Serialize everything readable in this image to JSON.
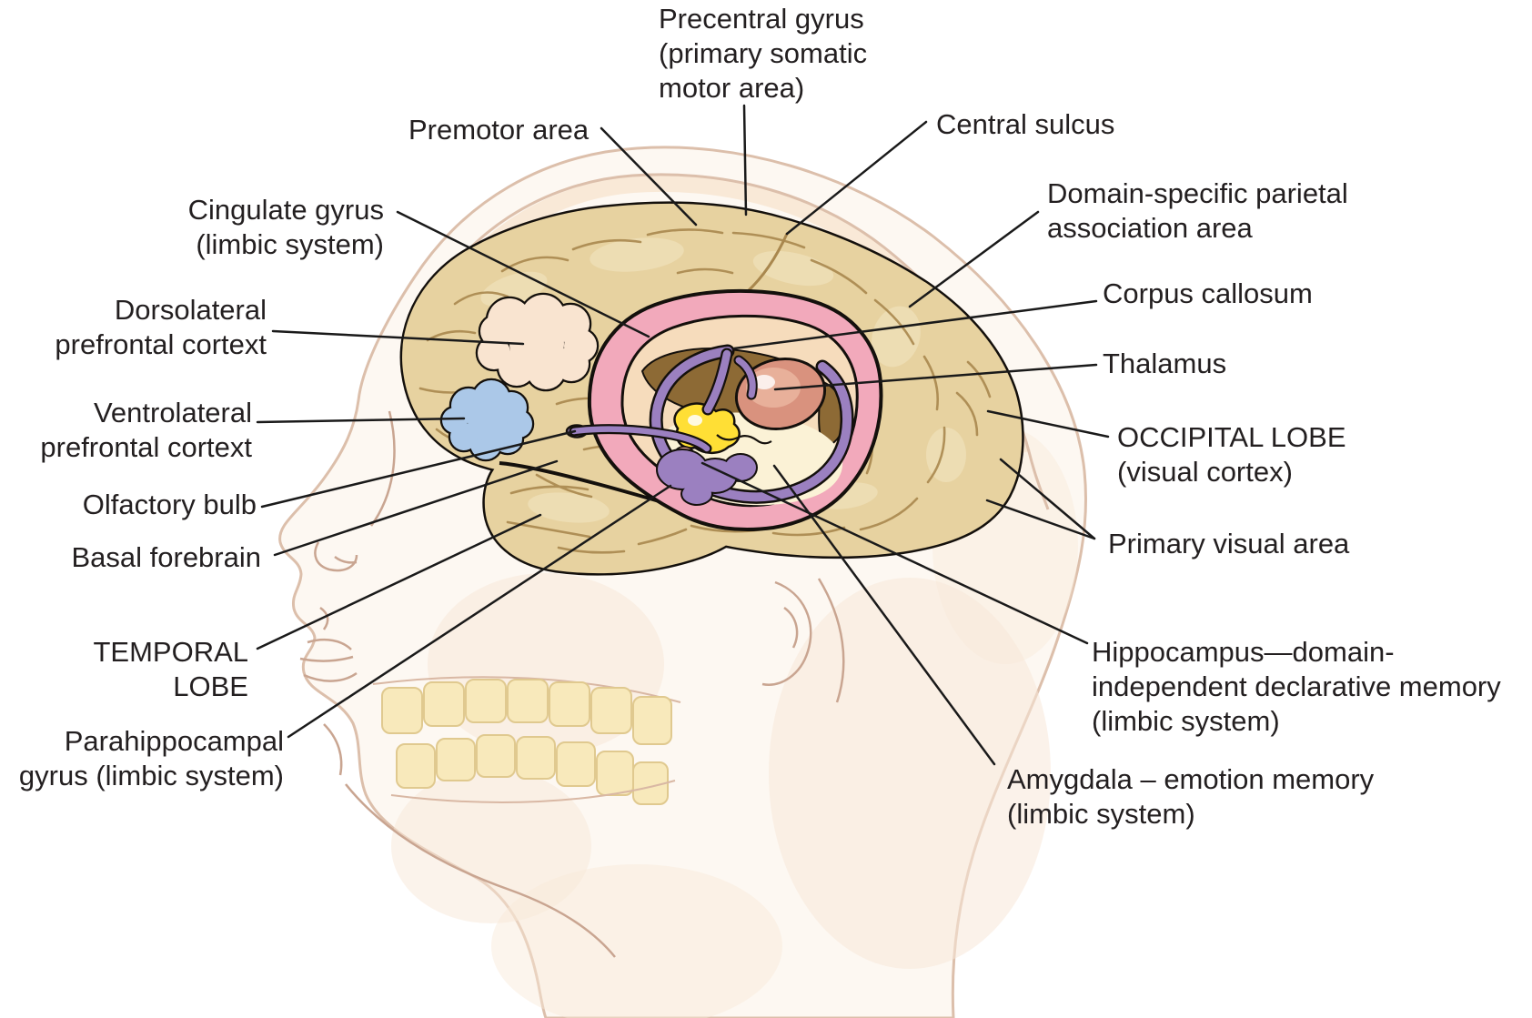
{
  "figure": {
    "title": "",
    "kind": "brain-anatomy-diagram"
  },
  "labels": {
    "precentral": {
      "lines": [
        "Precentral gyrus",
        "(primary somatic",
        "motor area)"
      ]
    },
    "premotor": {
      "lines": [
        "Premotor area"
      ]
    },
    "central_sulcus": {
      "lines": [
        "Central sulcus"
      ]
    },
    "cingulate": {
      "lines": [
        "Cingulate gyrus",
        "(limbic system)"
      ]
    },
    "domain_parietal": {
      "lines": [
        "Domain-specific parietal",
        "association area"
      ]
    },
    "dorsolateral": {
      "lines": [
        "Dorsolateral",
        "prefrontal cortext"
      ]
    },
    "corpus_callosum": {
      "lines": [
        "Corpus callosum"
      ]
    },
    "thalamus": {
      "lines": [
        "Thalamus"
      ]
    },
    "occipital": {
      "lines": [
        "OCCIPITAL LOBE",
        "(visual cortex)"
      ]
    },
    "primary_visual": {
      "lines": [
        "Primary visual area"
      ]
    },
    "ventrolateral": {
      "lines": [
        "Ventrolateral",
        "prefrontal cortext"
      ]
    },
    "olfactory_bulb": {
      "lines": [
        "Olfactory bulb"
      ]
    },
    "basal_forebrain": {
      "lines": [
        "Basal forebrain"
      ]
    },
    "temporal_lobe": {
      "lines": [
        "TEMPORAL",
        "LOBE"
      ]
    },
    "parahippocampal": {
      "lines": [
        "Parahippocampal",
        "gyrus (limbic system)"
      ]
    },
    "hippocampus": {
      "lines": [
        "Hippocampus—domain-",
        "independent declarative memory",
        "(limbic system)"
      ]
    },
    "amygdala": {
      "lines": [
        "Amygdala – emotion memory",
        "(limbic system)"
      ]
    }
  },
  "colors": {
    "brain_tan": "#e7d2a0",
    "gyri_line": "#a9874e",
    "cortex_highlight": "#f2e4c0",
    "cingulate_ring_pink": "#f2a9bb",
    "inner_band_cream": "#f6dcbc",
    "ventricle_brown": "#8d6a35",
    "fornix_purple": "#9b80c0",
    "thalamus_salmon": "#d9927e",
    "hypothalamus_yellow": "#ffdf35",
    "interior_ivory": "#fbf2d6",
    "cloud_peach": "#f9e4d0",
    "cloud_blue": "#abc8e8",
    "head_fill": "#fdf8f2",
    "skin_tint": "#f8e8d8",
    "skull_band": "#f6e2cc",
    "skin_outline": "#dcbfab",
    "face_detail": "#c9a591",
    "teeth_fill": "#f8e9bb",
    "outline_black": "#14100c",
    "leader_line": "#1a1a1a",
    "label_text": "#231f20"
  }
}
